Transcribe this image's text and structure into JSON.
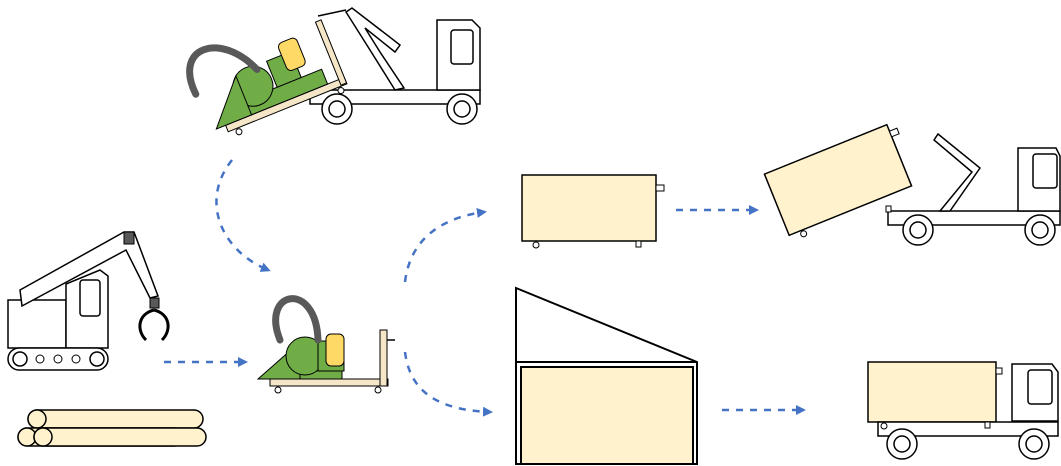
{
  "diagram": {
    "description_visible_text": "",
    "nodes": [
      {
        "id": "truck-with-chipper",
        "icon": "truck-with-wood-chipper-icon"
      },
      {
        "id": "crane",
        "icon": "log-loader-crane-icon"
      },
      {
        "id": "logs",
        "icon": "log-pile-icon"
      },
      {
        "id": "chipper",
        "icon": "wood-chipper-icon"
      },
      {
        "id": "container",
        "icon": "chip-container-icon"
      },
      {
        "id": "container-truck",
        "icon": "hook-lift-truck-with-container-icon"
      },
      {
        "id": "storage-shed",
        "icon": "chip-storage-shed-icon"
      },
      {
        "id": "box-truck",
        "icon": "box-truck-icon"
      }
    ],
    "edges": [
      {
        "from": "truck-with-chipper",
        "to": "chipper",
        "style": "dashed-curved"
      },
      {
        "from": "crane",
        "to": "chipper",
        "style": "dashed-straight"
      },
      {
        "from": "chipper",
        "to": "container",
        "style": "dashed-curved"
      },
      {
        "from": "chipper",
        "to": "storage-shed",
        "style": "dashed-curved"
      },
      {
        "from": "container",
        "to": "container-truck",
        "style": "dashed-straight"
      },
      {
        "from": "storage-shed",
        "to": "box-truck",
        "style": "dashed-straight"
      }
    ],
    "colors": {
      "arrow": "#4472c4",
      "chip_fill": "#fff2cc",
      "machine_green": "#70ad47",
      "engine_yellow": "#ffd966",
      "chute_gray": "#595959",
      "outline": "#000000"
    }
  }
}
